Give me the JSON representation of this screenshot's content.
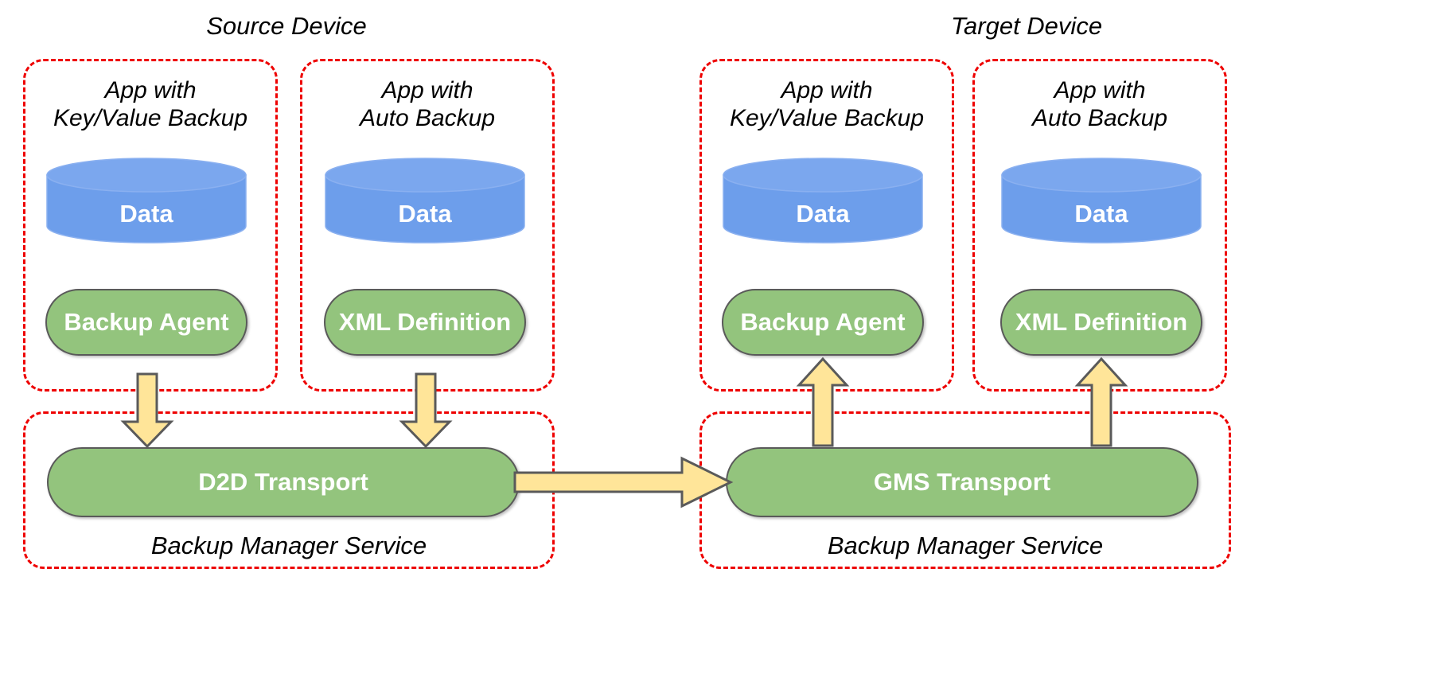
{
  "diagram": {
    "title_source": "Source Device",
    "title_target": "Target Device",
    "colors": {
      "dashed_border": "#ee0000",
      "cylinder_fill": "#6d9eeb",
      "cylinder_top": "#7ba7ee",
      "pill_fill": "#93c47d",
      "pill_border": "#5a5a5a",
      "arrow_fill": "#ffe599",
      "arrow_border": "#5a5a5a",
      "text_on_shape": "#ffffff",
      "text_plain": "#000000",
      "background": "#ffffff"
    }
  },
  "source_device": {
    "label": "Source Device",
    "apps": [
      {
        "name": "App with\nKey/Value Backup",
        "data_label": "Data",
        "component_label": "Backup Agent"
      },
      {
        "name": "App with\nAuto Backup",
        "data_label": "Data",
        "component_label": "XML Definition"
      }
    ],
    "service": {
      "transport_label": "D2D Transport",
      "service_label": "Backup Manager Service"
    }
  },
  "target_device": {
    "label": "Target Device",
    "apps": [
      {
        "name": "App with\nKey/Value Backup",
        "data_label": "Data",
        "component_label": "Backup Agent"
      },
      {
        "name": "App with\nAuto Backup",
        "data_label": "Data",
        "component_label": "XML Definition"
      }
    ],
    "service": {
      "transport_label": "GMS Transport",
      "service_label": "Backup Manager Service"
    }
  },
  "flows": [
    {
      "name": "kv-agent-to-d2d",
      "direction": "down",
      "from": "Backup Agent",
      "to": "D2D Transport"
    },
    {
      "name": "xml-to-d2d",
      "direction": "down",
      "from": "XML Definition",
      "to": "D2D Transport"
    },
    {
      "name": "d2d-to-gms",
      "direction": "right",
      "from": "D2D Transport",
      "to": "GMS Transport"
    },
    {
      "name": "gms-to-kv-agent",
      "direction": "up",
      "from": "GMS Transport",
      "to": "Backup Agent"
    },
    {
      "name": "gms-to-xml",
      "direction": "up",
      "from": "GMS Transport",
      "to": "XML Definition"
    }
  ]
}
